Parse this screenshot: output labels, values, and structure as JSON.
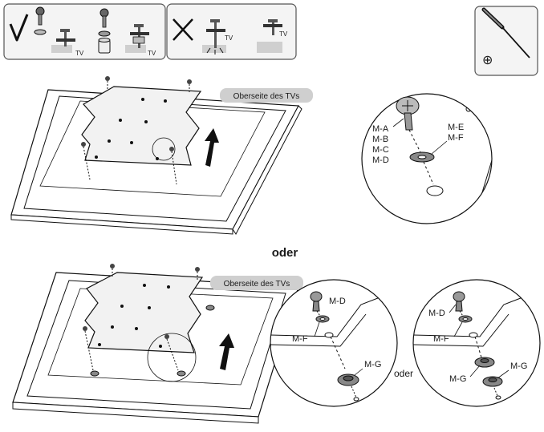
{
  "instructions_panel": {
    "correct_tv_label_1": "TV",
    "correct_tv_label_2": "TV",
    "wrong_tv_label_1": "TV",
    "wrong_tv_label_2": "TV"
  },
  "tool": {
    "name": "screwdriver-icon",
    "symbol": "⊕"
  },
  "step_top": {
    "top_of_tv_label": "Oberseite des TVs",
    "washer_detail": {
      "screw_labels": [
        "M-A",
        "M-B",
        "M-C",
        "M-D"
      ],
      "washer_labels": [
        "M-E",
        "M-F"
      ]
    }
  },
  "separator_text": "oder",
  "step_bottom": {
    "top_of_tv_label": "Oberseite des TVs",
    "detail_left": {
      "screw": "M-D",
      "washer": "M-F",
      "spacer": "M-G"
    },
    "detail_or": "oder",
    "detail_right": {
      "screw": "M-D",
      "washer": "M-F",
      "spacer_left": "M-G",
      "spacer_right": "M-G"
    }
  },
  "colors": {
    "ink": "#1a1a1a",
    "panel_bg": "#f4f4f4",
    "label_bg": "#cfcfcf",
    "bracket_fill": "#f2f2f2"
  }
}
